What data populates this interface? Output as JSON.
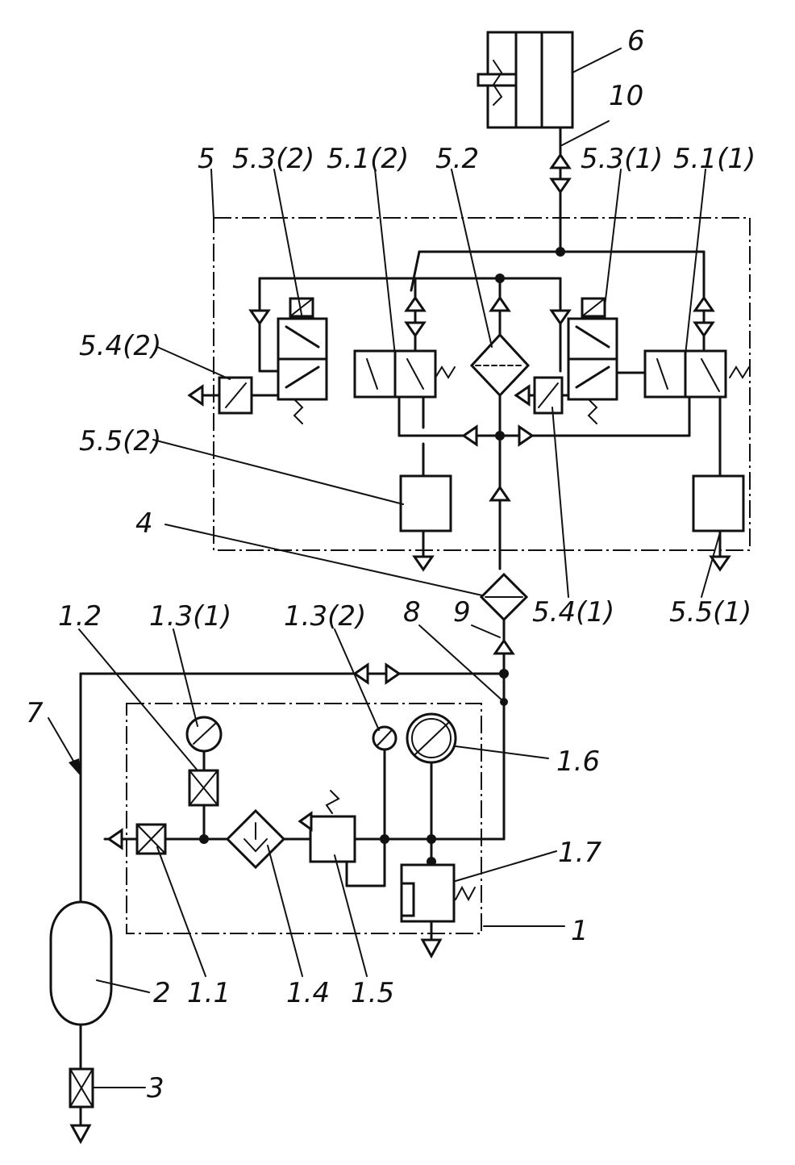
{
  "labels": {
    "n6": "6",
    "n10": "10",
    "n5": "5",
    "n5_3_2": "5.3(2)",
    "n5_1_2": "5.1(2)",
    "n5_2": "5.2",
    "n5_3_1": "5.3(1)",
    "n5_1_1": "5.1(1)",
    "n5_4_2": "5.4(2)",
    "n5_5_2": "5.5(2)",
    "n4": "4",
    "n5_4_1": "5.4(1)",
    "n5_5_1": "5.5(1)",
    "n9": "9",
    "n8": "8",
    "n1_2": "1.2",
    "n1_3_1": "1.3(1)",
    "n1_3_2": "1.3(2)",
    "n7": "7",
    "n1_6": "1.6",
    "n1_7": "1.7",
    "n1": "1",
    "n2": "2",
    "n1_1": "1.1",
    "n1_4": "1.4",
    "n1_5": "1.5",
    "n3": "3"
  }
}
